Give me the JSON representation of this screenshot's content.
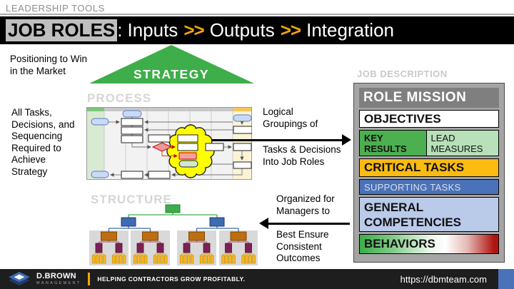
{
  "eyebrow": "LEADERSHIP TOOLS",
  "title": {
    "highlight": "JOB ROLES",
    "colon": ":",
    "segments": [
      "Inputs",
      "Outputs",
      "Integration"
    ],
    "chevron": ">>"
  },
  "strategy_label": "STRATEGY",
  "diagram_labels": {
    "process": "PROCESS",
    "structure": "STRUCTURE",
    "job_description": "JOB DESCRIPTION"
  },
  "notes": {
    "positioning": "Positioning to Win\nin the Market",
    "tasks": "All Tasks,\nDecisions, and\nSequencing\nRequired to\nAchieve\nStrategy",
    "logical_1": "Logical\nGroupings of",
    "logical_2": "Tasks & Decisions\nInto Job Roles",
    "organized_1": "Organized for\nManagers to",
    "organized_2": "Best Ensure\nConsistent\nOutcomes"
  },
  "role_card": {
    "role_mission": "ROLE MISSION",
    "objectives": "OBJECTIVES",
    "key_results": "KEY\nRESULTS",
    "lead_measures": "LEAD\nMEASURES",
    "critical_tasks": "CRITICAL TASKS",
    "supporting_tasks": "SUPPORTING TASKS",
    "general_competencies": "GENERAL\nCOMPETENCIES",
    "behaviors": "BEHAVIORS"
  },
  "footer": {
    "brand": "D.BROWN",
    "brand_sub": "MANAGEMENT",
    "tagline": "HELPING CONTRACTORS GROW PROFITABLY.",
    "url": "https://dbmteam.com"
  },
  "colors": {
    "chevron_gold": "#F0A50C",
    "strategy_green": "#3DAE49",
    "key_results_green": "#4CAF50",
    "lead_measures_green": "#B8E0B9",
    "critical_tasks_orange": "#FBBB10",
    "supporting_tasks_blue": "#4A72B8",
    "general_competencies_blue": "#BACAE9",
    "behaviors_gradient_left": "#3BAE49",
    "behaviors_gradient_right": "#B01310",
    "footer_bg": "#1E1E1E"
  }
}
